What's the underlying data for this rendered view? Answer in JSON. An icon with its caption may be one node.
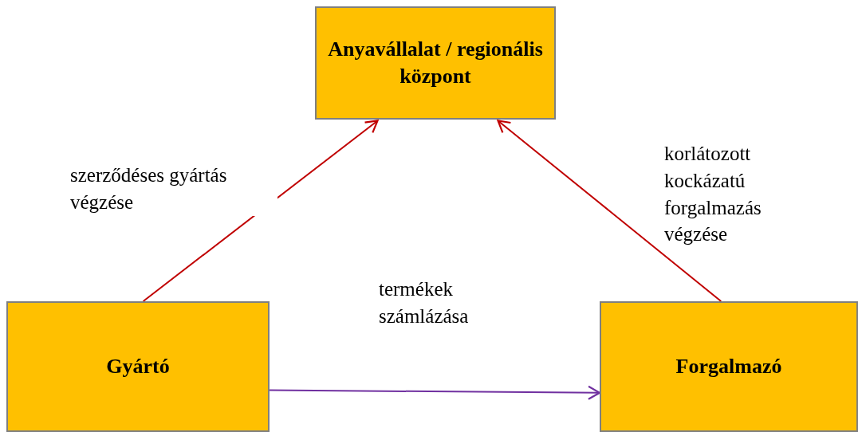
{
  "diagram": {
    "nodes": [
      {
        "text": [
          "Anyavállalat / regionális központ"
        ]
      },
      {
        "text": [
          "Gyártó"
        ]
      },
      {
        "text": [
          "Forgalmazó"
        ]
      }
    ],
    "edges": [
      {
        "from": 1,
        "to": 0,
        "arrow": "to",
        "label": "szerződéses gyártás végzése"
      },
      {
        "from": 2,
        "to": 0,
        "arrow": "to",
        "label": "korlátozott kockázatú forgalmazás végzése"
      },
      {
        "from": 1,
        "to": 2,
        "arrow": "to",
        "label": "termékek számlázása",
        "color": "#7030a0"
      }
    ]
  }
}
